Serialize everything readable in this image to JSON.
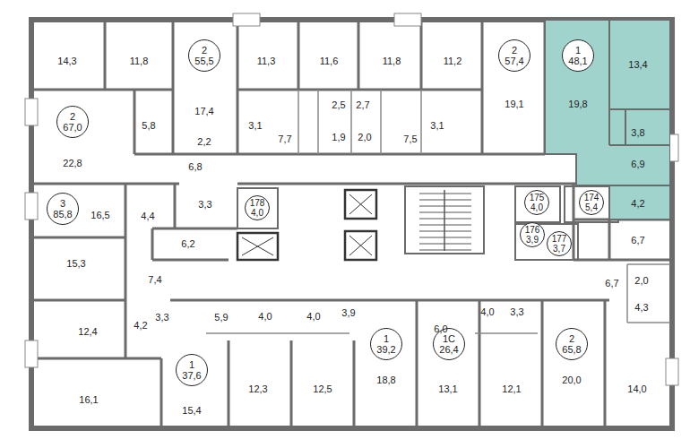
{
  "diagram": {
    "nodes": [
      {
        "text": [
          "2",
          "55,5"
        ]
      },
      {
        "text": [
          "2",
          "57,4"
        ]
      },
      {
        "text": [
          "19,8",
          "13,4",
          "3,8",
          "6,9",
          "4,2"
        ]
      },
      {
        "text": [
          "1",
          "48,1"
        ],
        "in": 2
      },
      {
        "text": [
          "2",
          "67,0"
        ]
      },
      {
        "text": [
          "3",
          "85,8"
        ]
      },
      {
        "text": [
          "178",
          "4,0"
        ]
      },
      {
        "text": [
          "175",
          "4,0"
        ]
      },
      {
        "text": [
          "174",
          "5,4"
        ]
      },
      {
        "text": [
          "176",
          "3,9"
        ]
      },
      {
        "text": [
          "177",
          "3,7"
        ]
      },
      {
        "text": [
          "1",
          "37,6"
        ]
      },
      {
        "text": [
          "1",
          "39,2"
        ]
      },
      {
        "text": [
          "1С",
          "26,4"
        ]
      },
      {
        "text": [
          "2",
          "65,8"
        ]
      }
    ],
    "labels": [
      "14,3",
      "11,8",
      "11,3",
      "11,6",
      "11,8",
      "11,2",
      "17,4",
      "19,1",
      "2,5",
      "2,7",
      "5,8",
      "3,1",
      "3,1",
      "2,2",
      "7,7",
      "1,9",
      "2,0",
      "7,5",
      "22,8",
      "6,8",
      "16,5",
      "4,4",
      "3,3",
      "6,2",
      "6,7",
      "15,3",
      "7,4",
      "6,7",
      "2,0",
      "4,3",
      "4,2",
      "3,3",
      "5,9",
      "4,0",
      "4,0",
      "3,9",
      "6,0",
      "4,0",
      "3,3",
      "12,4",
      "16,1",
      "15,4",
      "12,3",
      "12,5",
      "18,8",
      "13,1",
      "12,1",
      "20,0",
      "14,0"
    ]
  }
}
